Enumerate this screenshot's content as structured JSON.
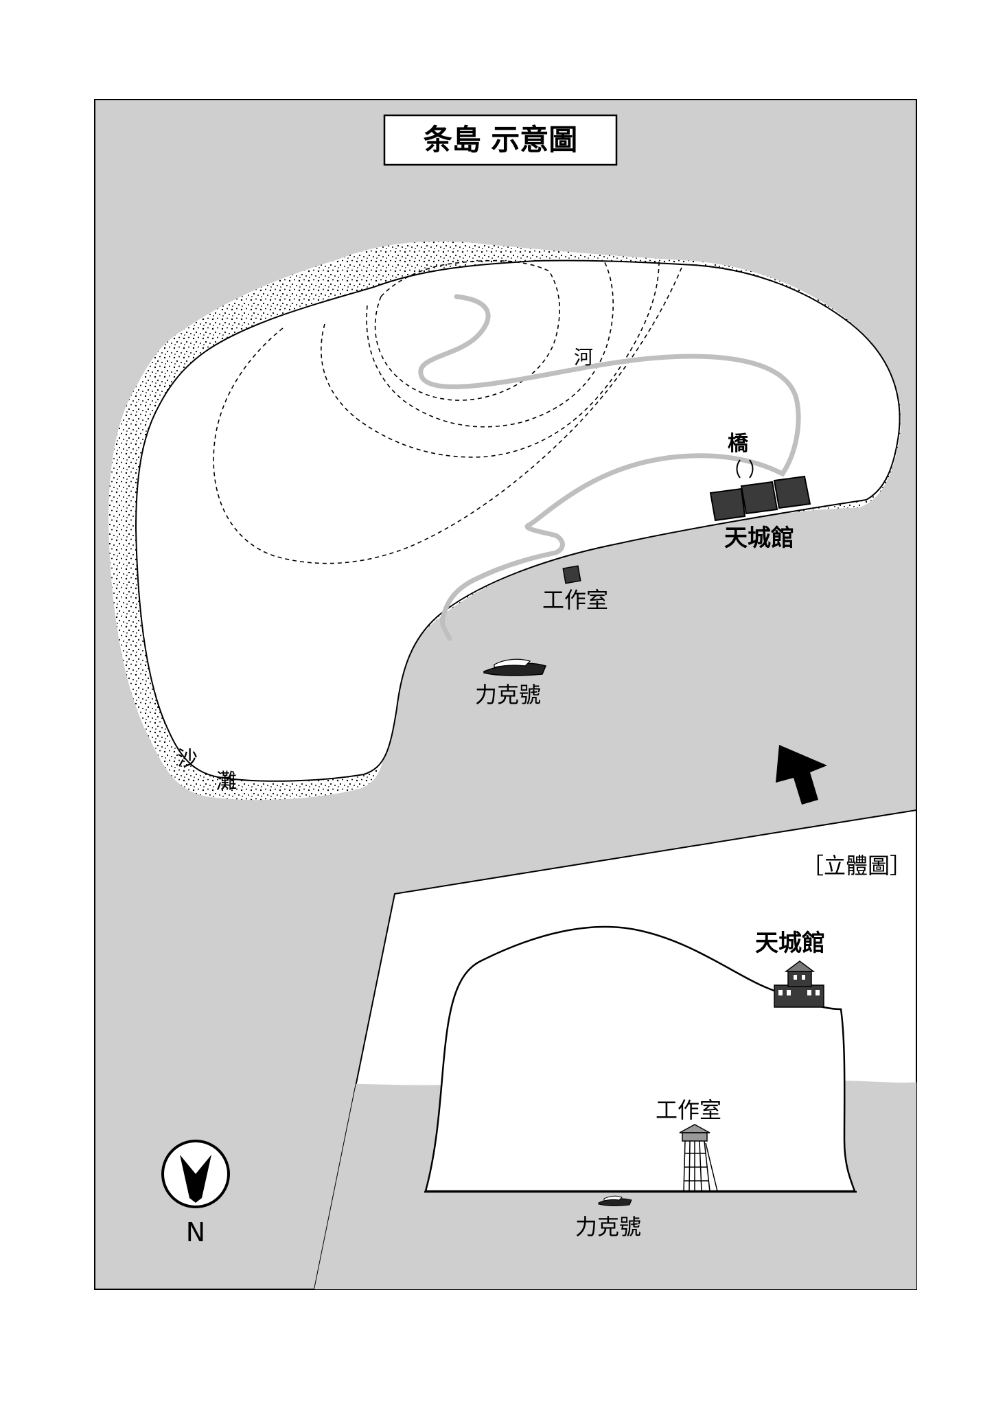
{
  "title": "条島 示意圖",
  "map_labels": {
    "river": "河",
    "bridge": "橋",
    "castle": "天城館",
    "workshop": "工作室",
    "boat": "力克號",
    "beach_1": "沙",
    "beach_2": "灘"
  },
  "inset": {
    "label": "［立體圖］",
    "castle": "天城館",
    "workshop": "工作室",
    "boat": "力克號"
  },
  "compass": {
    "letter": "N"
  },
  "colors": {
    "sea": "#cfcfcf",
    "land": "#ffffff",
    "river": "#bfbfbf",
    "building": "#3a3a3a",
    "outline": "#000000"
  },
  "icons": [
    "north-arrow-icon",
    "compass-icon",
    "boat-icon",
    "castle-icon",
    "tower-icon"
  ]
}
